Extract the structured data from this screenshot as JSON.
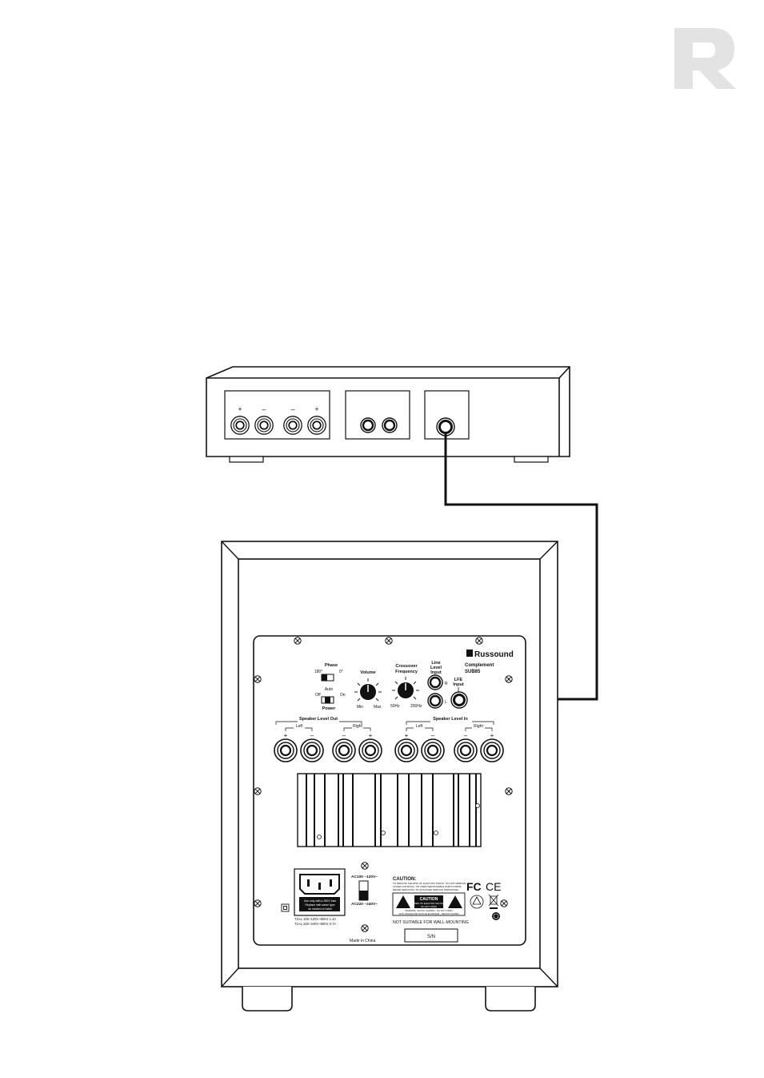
{
  "receiver": {
    "speaker_terminals": [
      "+",
      "–",
      "–",
      "+"
    ]
  },
  "subwoofer": {
    "brand": "Russound",
    "model_line1": "Complement",
    "model_line2": "SUB85",
    "phase": {
      "title": "Phase",
      "left": "180°",
      "right": "0°"
    },
    "power": {
      "auto": "Auto",
      "off": "Off",
      "on": "On",
      "title": "Power"
    },
    "volume": {
      "title": "Volume",
      "min": "Min",
      "max": "Max"
    },
    "crossover": {
      "title_line1": "Crossover",
      "title_line2": "Frequency",
      "min": "50Hz",
      "max": "200Hz"
    },
    "line_level": {
      "title_line1": "Line",
      "title_line2": "Level",
      "title_line3": "Input",
      "r": "R",
      "l": "L"
    },
    "lfe": {
      "title_line1": "LFE",
      "title_line2": "Input"
    },
    "speaker_level_out": {
      "title": "Speaker Level Out",
      "left": "Left",
      "right": "Right",
      "terminals": [
        "+",
        "–",
        "–",
        "+"
      ]
    },
    "speaker_level_in": {
      "title": "Speaker Level In",
      "left": "Left",
      "right": "Right",
      "terminals": [
        "+",
        "–",
        "–",
        "+"
      ]
    },
    "voltage": {
      "ac_low": "AC100 ~120V~",
      "ac_high": "AC220 ~240V~"
    },
    "fuse": {
      "notice_line1": "Use only with a 250V fuse",
      "notice_line2": "Replace with same type",
      "notice_line3": "as marked on label",
      "t_low": "T2AL 100~120V~60Hz 1.4A",
      "t_high": "T1AL 220~240V~50Hz 0.7A"
    },
    "caution_title": "CAUTION:",
    "caution_text_line1": "TO REDUCE THE RISK OF ELECTRIC SHOCK, DO NOT REMOVE",
    "caution_text_line2": "COVER (OR BACK). NO USER-SERVICEABLE PARTS INSIDE.",
    "caution_text_line3": "REFER SERVICING TO QUALIFIED SERVICE PERSONNEL.",
    "caution_label": "CAUTION",
    "caution_label_sub1": "RISK OF ELECTRIC SHOCK",
    "caution_label_sub2": "DO NOT OPEN",
    "warning_text_line1": "WARNING: SHOCK HAZARD - DO NOT OPEN",
    "warning_text_line2": "AVIS: RISQUE DE CHOC ELECTRIQUE - NE PAS OUVRIR",
    "cert_fc": "FC",
    "cert_ce": "CE",
    "not_suitable": "NOT SUITABLE FOR WALL-MOUNTING",
    "made_in": "Made in China",
    "sn": "S/N"
  }
}
